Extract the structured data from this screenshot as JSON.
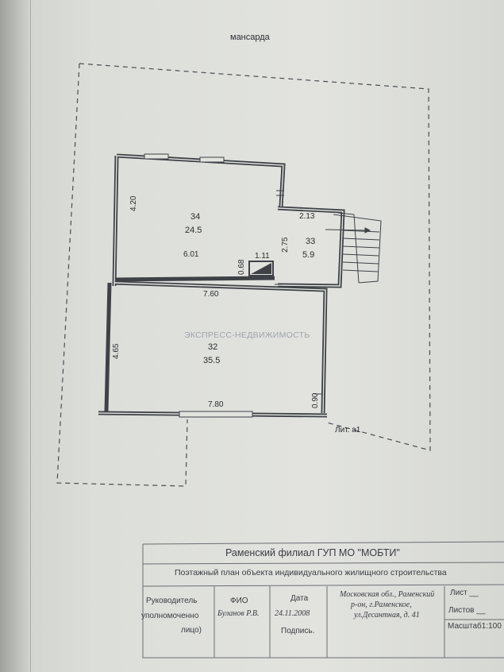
{
  "plan": {
    "floor_label": "мансарда",
    "rooms": [
      {
        "number": "34",
        "area": "24.5"
      },
      {
        "number": "33",
        "area": "5.9"
      },
      {
        "number": "32",
        "area": "35.5"
      }
    ],
    "dimensions": {
      "d420": "4.20",
      "d601": "6.01",
      "d111": "1.11",
      "d068": "0.68",
      "d213": "2.13",
      "d275": "2.75",
      "d760": "7.60",
      "d465": "4.65",
      "d780": "7.80",
      "d090": "0.90"
    },
    "lit_label": "Лит. а1",
    "watermark": "ЭКСПРЕСС-НЕДВИЖИМОСТЬ"
  },
  "title_block": {
    "org": "Раменский филиал ГУП МО \"МОБТИ\"",
    "doc_title": "Поэтажный план объекта индивидуального жилищного строительства",
    "role_line1": "Руководитель",
    "role_line2": "уполномоченно",
    "role_line3": "лицо)",
    "fio_head": "ФИО",
    "fio_value": "Буланов Р.В.",
    "date_head": "Дата",
    "date_value": "24.11.2008",
    "signature": "Подпись.",
    "addr_line1": "Московская обл., Раменский",
    "addr_line2": "р-он, г.Раменское,",
    "addr_line3": "ул.Десантная, д. 41",
    "sheet_label": "Лист __",
    "sheets_label": "Листов __",
    "scale_label": "Масштаб1:100"
  }
}
